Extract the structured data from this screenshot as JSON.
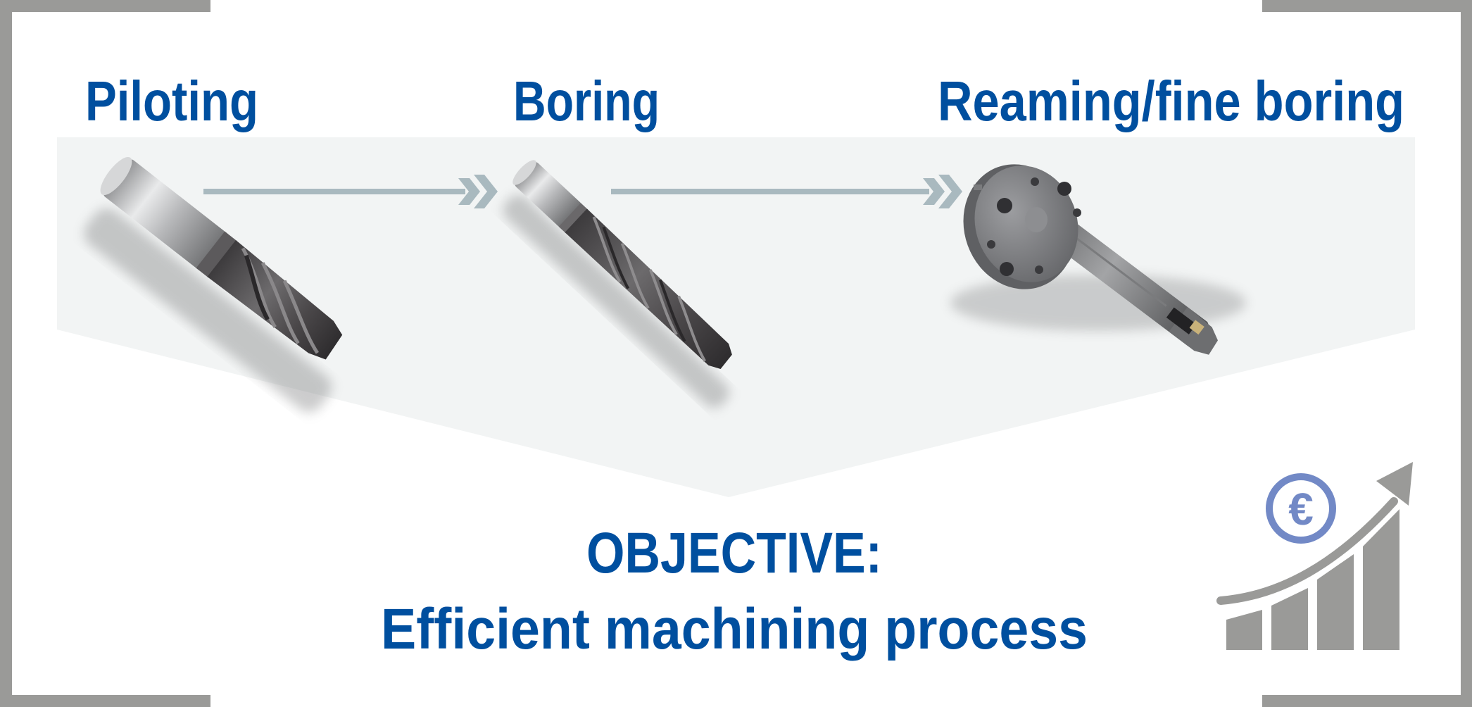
{
  "steps": [
    {
      "label": "Piloting",
      "tool": "piloting end mill"
    },
    {
      "label": "Boring",
      "tool": "boring drill"
    },
    {
      "label": "Reaming/fine boring",
      "tool": "flanged reamer"
    }
  ],
  "objective": {
    "title": "OBJECTIVE:",
    "text": "Efficient machining process"
  },
  "icons": {
    "flow_arrow": "double-chevron-arrow-right",
    "growth": "euro-coin-rising-bar-chart",
    "currency_symbol": "€"
  },
  "colors": {
    "heading_text": "#004f9f",
    "panel_background": "#f2f4f4",
    "frame": "#9a9a98",
    "arrow": "#a9b9bf",
    "euro_circle": "#7289c6",
    "chart_icon": "#9a9a98"
  }
}
